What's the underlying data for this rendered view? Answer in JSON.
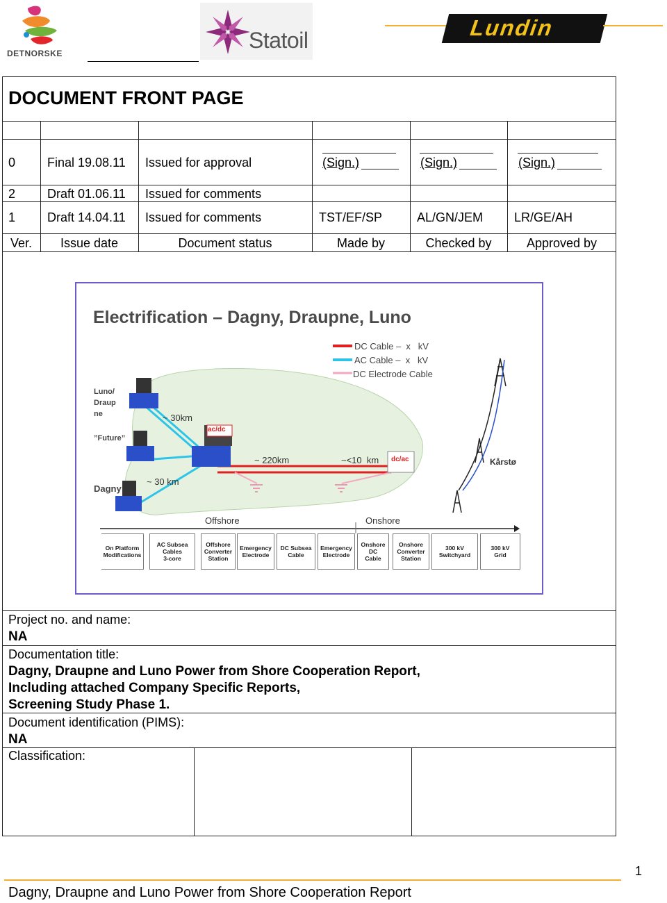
{
  "logos": {
    "detnorske_text": "DETNORSKE",
    "statoil_text": "Statoil",
    "lundin_text": "Lundin"
  },
  "front_page": {
    "title": "DOCUMENT FRONT PAGE"
  },
  "revisions": [
    {
      "ver": "0",
      "date": "Final 19.08.11",
      "status": "Issued for approval",
      "made_by": "(Sign.)",
      "checked_by": "(Sign.)",
      "approved_by": "(Sign.)"
    },
    {
      "ver": "2",
      "date": "Draft 01.06.11",
      "status": "Issued for comments",
      "made_by": "",
      "checked_by": "",
      "approved_by": ""
    },
    {
      "ver": "1",
      "date": "Draft 14.04.11",
      "status": "Issued for comments",
      "made_by": "TST/EF/SP",
      "checked_by": "AL/GN/JEM",
      "approved_by": "LR/GE/AH"
    }
  ],
  "revision_headers": {
    "ver": "Ver.",
    "date": "Issue date",
    "status": "Document status",
    "made_by": "Made by",
    "checked_by": "Checked by",
    "approved_by": "Approved by"
  },
  "figure": {
    "title": "Electrification – Dagny, Draupne, Luno",
    "legend": [
      {
        "label": "DC Cable –  x   kV",
        "color": "#e02020"
      },
      {
        "label": "AC Cable –  x   kV",
        "color": "#2ec4e8"
      },
      {
        "label": "DC Electrode Cable",
        "color": "#f4a7c0"
      }
    ],
    "labels": {
      "luno": "Luno/\nDraup\nne",
      "future": "”Future”",
      "dagny": "Dagny",
      "dist_30_top": "~ 30km",
      "dist_30_bottom": "~ 30 km",
      "dist_220": "~ 220km",
      "dist_10": "~<10  km",
      "acdc": "ac/dc",
      "dcac": "dc/ac",
      "karsto": "Kårstø",
      "offshore": "Offshore",
      "onshore": "Onshore"
    },
    "stages": [
      "On Platform\nModifications",
      "AC Subsea\nCables\n3-core",
      "Offshore\nConverter\nStation",
      "Emergency\nElectrode",
      "DC Subsea\nCable",
      "Emergency\nElectrode",
      "Onshore\nDC\nCable",
      "Onshore\nConverter\nStation",
      "300 kV\nSwitchyard",
      "300 kV\nGrid"
    ],
    "colors": {
      "dc": "#e02020",
      "ac": "#2ec4e8",
      "electrode": "#f4a7c0",
      "region": "#e6f2df",
      "frame": "#6b5cc9"
    }
  },
  "info": {
    "project_label": "Project no. and name:",
    "project_value": "NA",
    "title_label": "Documentation title:",
    "title_lines": [
      "Dagny, Draupne and Luno Power from Shore Cooperation Report,",
      "Including attached Company Specific Reports,",
      "Screening Study Phase 1."
    ],
    "pims_label": "Document identification (PIMS):",
    "pims_value": "NA",
    "classification_label": "Classification:"
  },
  "footer": {
    "text": "Dagny, Draupne and Luno Power from Shore Cooperation Report",
    "page": "1"
  }
}
